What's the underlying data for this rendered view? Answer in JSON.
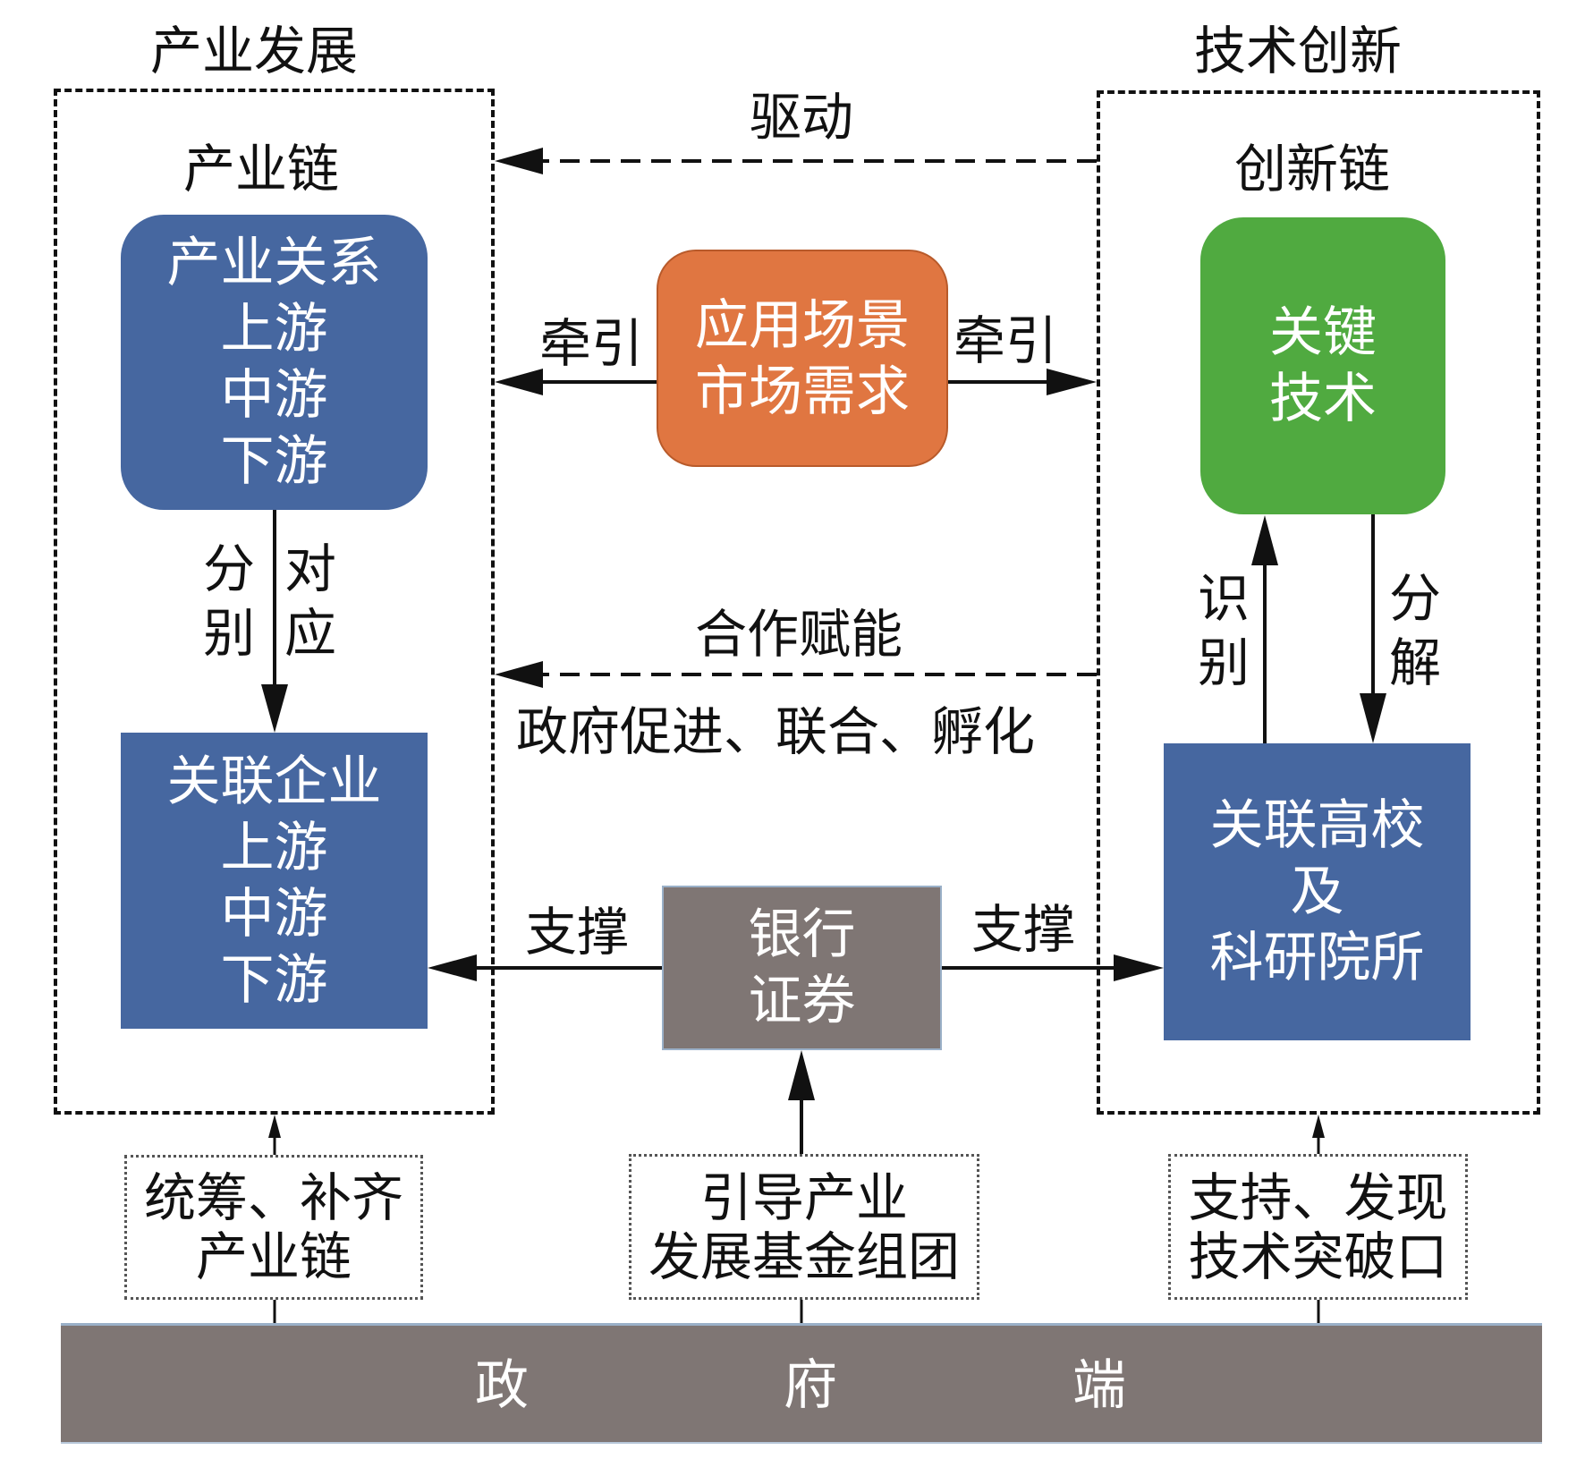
{
  "sections": {
    "industry_dev": {
      "title": "产业发展",
      "chain_title": "产业链",
      "relation_box": {
        "lines": [
          "产业关系",
          "上游",
          "中游",
          "下游"
        ],
        "color": "#4667a0"
      },
      "mapping_label_left": [
        "分",
        "别"
      ],
      "mapping_label_right": [
        "对",
        "应"
      ],
      "enterprise_box": {
        "lines": [
          "关联企业",
          "上游",
          "中游",
          "下游"
        ],
        "color": "#4667a0"
      }
    },
    "tech_innovation": {
      "title": "技术创新",
      "chain_title": "创新链",
      "key_tech_box": {
        "lines": [
          "关键",
          "技术"
        ],
        "color": "#50aa40"
      },
      "identify_label": [
        "识",
        "别"
      ],
      "decompose_label": [
        "分",
        "解"
      ],
      "institutes_box": {
        "lines": [
          "关联高校",
          "及",
          "科研院所"
        ],
        "color": "#4667a0"
      }
    }
  },
  "middle": {
    "drive_label": "驱动",
    "scenario_box": {
      "lines": [
        "应用场景",
        "市场需求"
      ],
      "color": "#e07641"
    },
    "traction_left_label": "牵引",
    "traction_right_label": "牵引",
    "cooperation_label": "合作赋能",
    "cooperation_sub_label": "政府促进、联合、孵化",
    "finance_box": {
      "lines": [
        "银行",
        "证券"
      ],
      "color": "#7f7674"
    },
    "support_left_label": "支撑",
    "support_right_label": "支撑"
  },
  "government": {
    "left_action": {
      "lines": [
        "统筹、补齐",
        "产业链"
      ]
    },
    "middle_action": {
      "lines": [
        "引导产业",
        "发展基金组团"
      ]
    },
    "right_action": {
      "lines": [
        "支持、发现",
        "技术突破口"
      ]
    },
    "bar_chars": [
      "政",
      "府",
      "端"
    ],
    "bar_color": "#7f7674"
  }
}
